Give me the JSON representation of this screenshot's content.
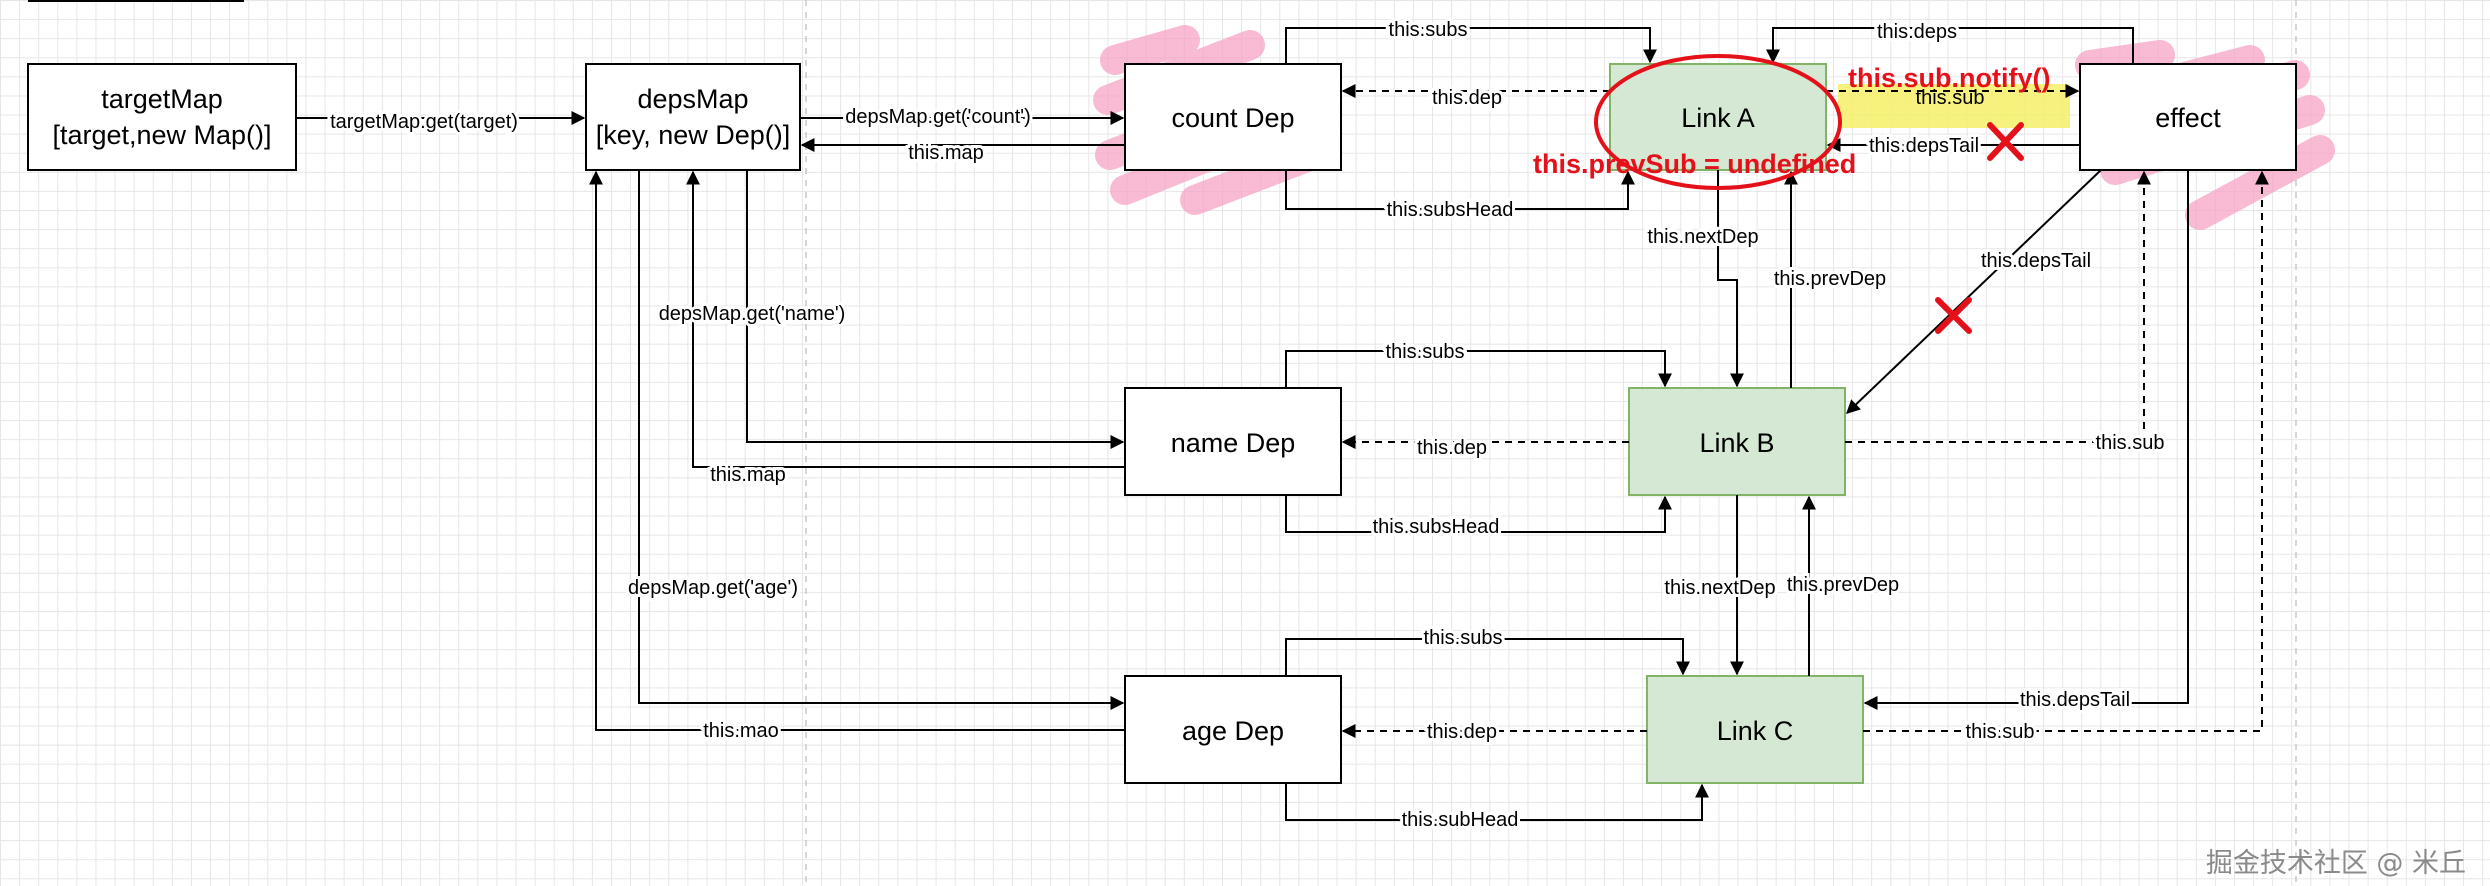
{
  "nodes": {
    "target_map": {
      "line1": "targetMap",
      "line2": "[target,new Map()]"
    },
    "deps_map": {
      "line1": "depsMap",
      "line2": "[key, new Dep()]"
    },
    "count_dep": "count Dep",
    "name_dep": "name Dep",
    "age_dep": "age Dep",
    "link_a": "Link A",
    "link_b": "Link B",
    "link_c": "Link C",
    "effect": "effect"
  },
  "edges": {
    "target_get": "targetMap.get(target)",
    "deps_get_count": "depsMap.get('count')",
    "deps_get_name": "depsMap.get('name')",
    "deps_get_age": "depsMap.get('age')",
    "map_count": "this.map",
    "map_name": "this.map",
    "map_age": "this.mao",
    "subs_count": "this.subs",
    "subs_name": "this.subs",
    "subs_age": "this.subs",
    "subs_head_count": "this.subsHead",
    "subs_head_name": "this.subsHead",
    "sub_head_age": "this.subHead",
    "dep_a": "this.dep",
    "dep_b": "this.dep",
    "dep_c": "this.dep",
    "deps": "this.deps",
    "sub_a": "this.sub",
    "sub_b": "this.sub",
    "sub_c": "this.sub",
    "deps_tail_a": "this.depsTail",
    "deps_tail_b": "this.depsTail",
    "deps_tail_c": "this.depsTail",
    "next_dep_ab": "this.nextDep",
    "prev_dep_ba": "this.prevDep",
    "next_dep_bc": "this.nextDep",
    "prev_dep_cb": "this.prevDep"
  },
  "annotations": {
    "notify": "this.sub.notify()",
    "prev_sub": "this.prevSub = undefined"
  },
  "watermark": "掘金技术社区 @ 米丘",
  "colors": {
    "link_fill": "#d5e8d4",
    "link_stroke": "#82b366",
    "annotation_red": "#e5111a",
    "highlight_pink": "#f7a3c6",
    "highlight_yellow": "#f5f066"
  }
}
